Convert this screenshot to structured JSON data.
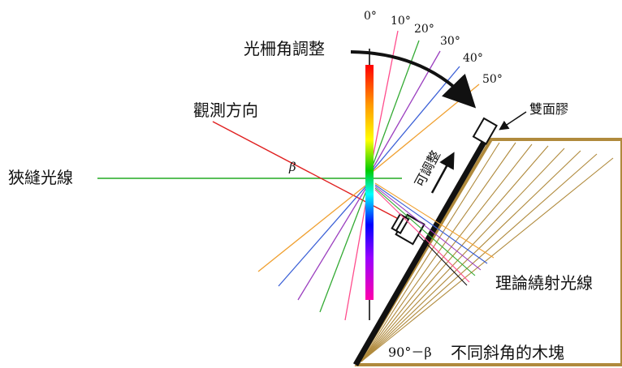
{
  "labels": {
    "grating_adjust": "光柵角調整",
    "viewing_direction": "觀測方向",
    "slit_light": "狹縫光線",
    "beta": "β",
    "double_tape": "雙面膠",
    "adjustable": "可調整",
    "theoretical_diffraction": "理論繞射光線",
    "angle_formula": "90°－β",
    "wood_blocks": "不同斜角的木塊"
  },
  "angle_marks": [
    "0°",
    "10°",
    "20°",
    "30°",
    "40°",
    "50°"
  ],
  "colors": {
    "slit_line": "#22aa22",
    "view_line": "#e02020",
    "wood": "#b08a3c",
    "arrow": "#111111",
    "fan": [
      "#ff4d8d",
      "#33aa33",
      "#9b3fbf",
      "#3a5fd6",
      "#f0a030"
    ]
  }
}
